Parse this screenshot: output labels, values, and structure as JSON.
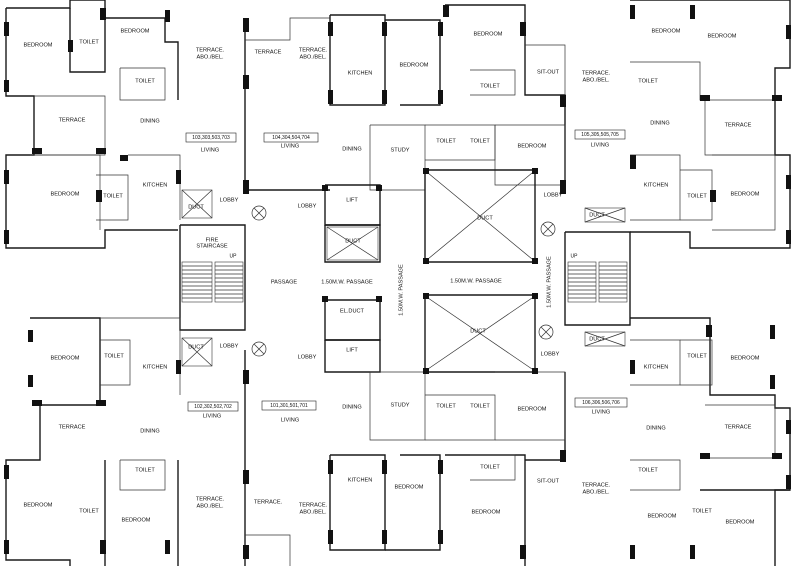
{
  "labels": {
    "bedroom": "BEDROOM",
    "toilet": "TOILET",
    "terrace": "TERRACE",
    "terrace_dot": "TERRACE.",
    "terrace_abo": "TERRACE.",
    "abo_bel": "ABO./BEL.",
    "dining": "DINING",
    "living": "LIVING",
    "kitchen": "KITCHEN",
    "duct": "DUCT",
    "lobby": "LOBBY",
    "fire_staircase_1": "FIRE",
    "fire_staircase_2": "STAIRCASE",
    "passage": "PASSAGE",
    "passage_w": "1.50M.W. PASSAGE",
    "lift": "LIFT",
    "el_duct": "EL.DUCT",
    "study": "STUDY",
    "sit_out": "SIT-OUT",
    "up": "UP"
  },
  "units": {
    "top_left": "103,303,503,703",
    "top_center": "104,304,504,704",
    "top_right": "105,305,505,705",
    "bottom_left": "102,302,502,702",
    "bottom_center": "101,301,501,701",
    "bottom_right": "106,306,506,706"
  }
}
